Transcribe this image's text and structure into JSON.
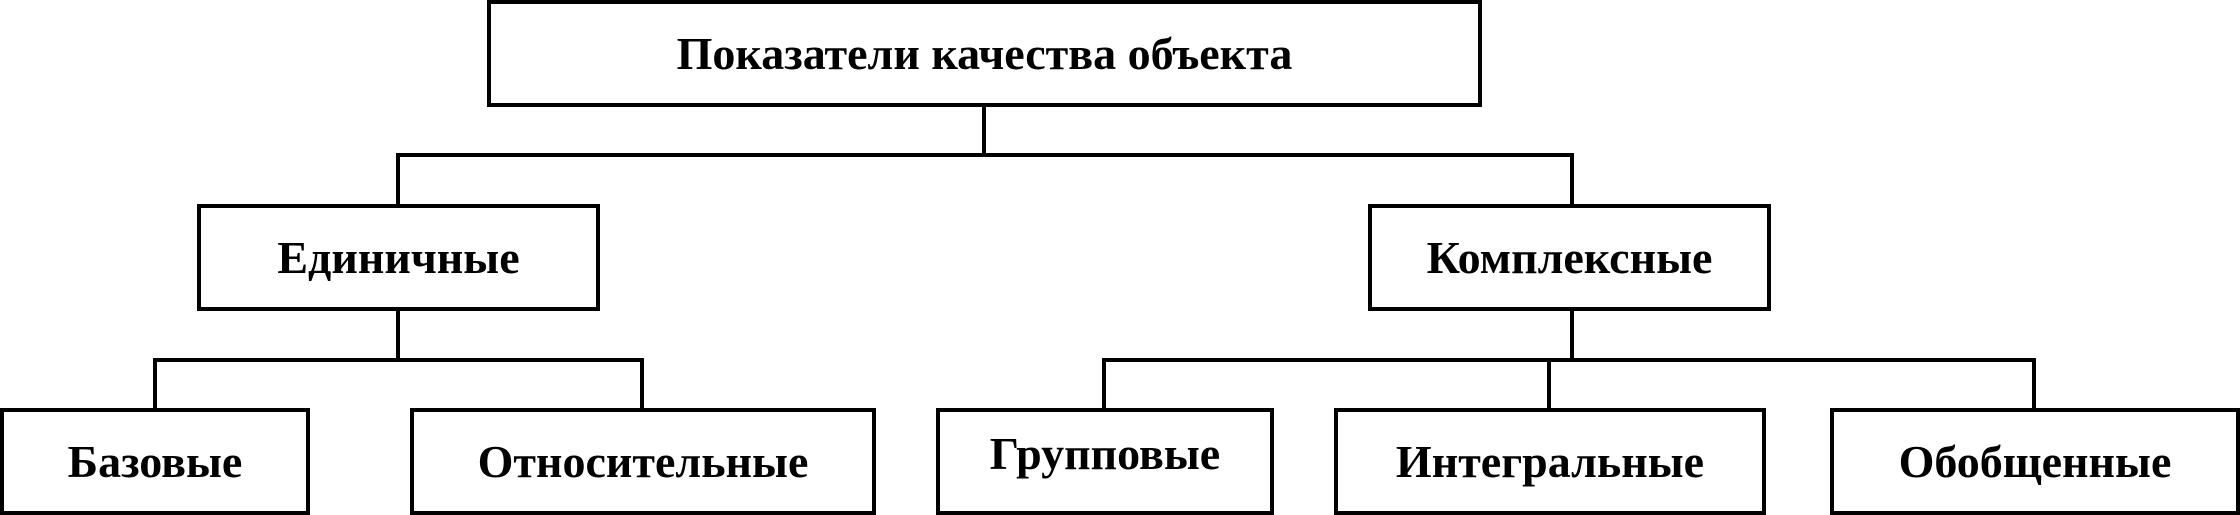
{
  "diagram": {
    "root": {
      "label": "Показатели качества объекта"
    },
    "level1": {
      "single": {
        "label": "Единичные"
      },
      "complex": {
        "label": "Комплексные"
      }
    },
    "level2": {
      "base": {
        "label": "Базовые"
      },
      "relative": {
        "label": "Относительные"
      },
      "group": {
        "label": "Групповые"
      },
      "integral": {
        "label": "Интегральные"
      },
      "generalized": {
        "label": "Обобщенные"
      }
    }
  }
}
